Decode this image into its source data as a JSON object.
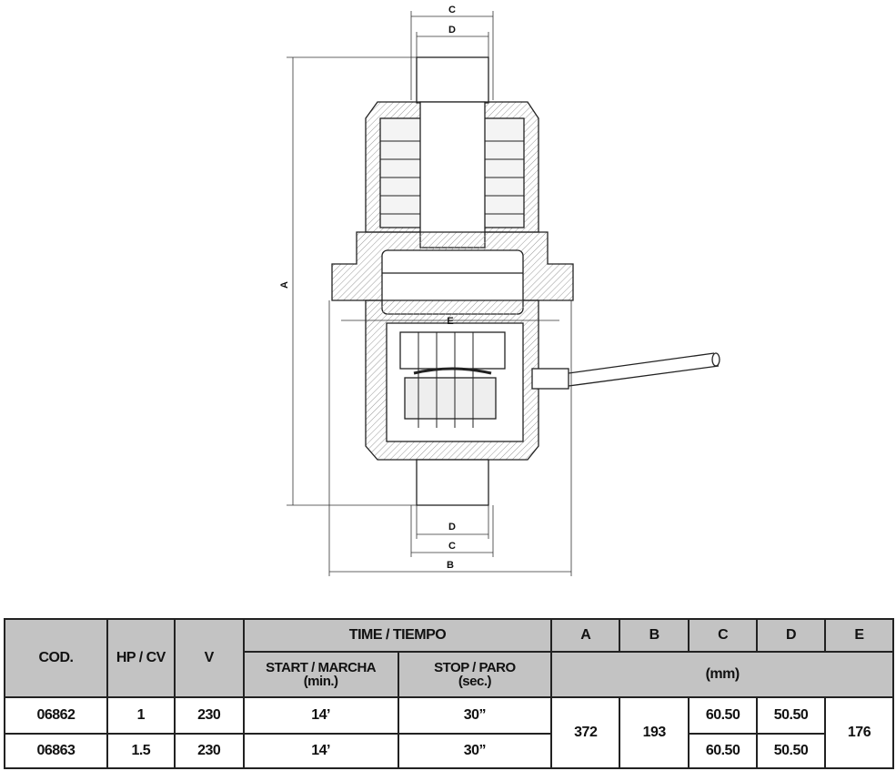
{
  "drawing": {
    "dimensions": {
      "A": "A",
      "B": "B",
      "C": "C",
      "D": "D",
      "E": "E"
    }
  },
  "table": {
    "headers": {
      "cod": "COD.",
      "hp": "HP / CV",
      "v": "V",
      "time": "TIME / TIEMPO",
      "start": "START / MARCHA",
      "start_unit": "(min.)",
      "stop": "STOP / PARO",
      "stop_unit": "(sec.)",
      "a": "A",
      "b": "B",
      "c": "C",
      "d": "D",
      "e": "E",
      "mm": "(mm)"
    },
    "rows": [
      {
        "cod": "06862",
        "hp": "1",
        "v": "230",
        "start": "14’",
        "stop": "30”",
        "c": "60.50",
        "d": "50.50"
      },
      {
        "cod": "06863",
        "hp": "1.5",
        "v": "230",
        "start": "14’",
        "stop": "30”",
        "c": "60.50",
        "d": "50.50"
      }
    ],
    "shared": {
      "a": "372",
      "b": "193",
      "e": "176"
    }
  }
}
